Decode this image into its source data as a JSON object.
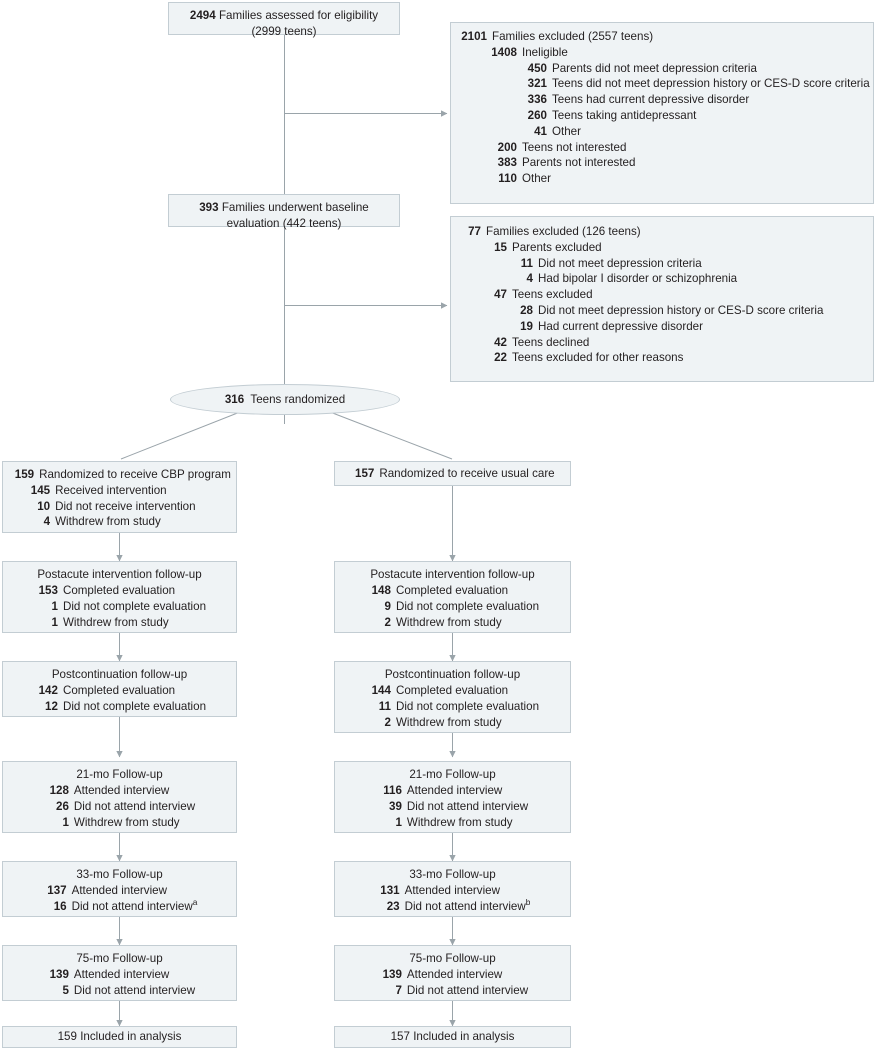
{
  "diagram": {
    "title": "CONSORT participant flow diagram",
    "colors": {
      "box_fill": "#eff3f5",
      "box_border": "#c3cdd3",
      "connector": "#9aa4aa",
      "text": "#231f20"
    }
  },
  "nodes": {
    "assessed": {
      "name": "assessed-for-eligibility",
      "lines": [
        {
          "n": "2494",
          "label": "Families assessed for eligibility"
        },
        {
          "n": "",
          "label": "(2999 teens)"
        }
      ]
    },
    "excluded_screening": {
      "name": "families-excluded-screening",
      "rows": [
        {
          "n": "2101",
          "label": "Families excluded (2557 teens)",
          "indent": 0
        },
        {
          "n": "1408",
          "label": "Ineligible",
          "indent": 1
        },
        {
          "n": "450",
          "label": "Parents did not meet depression criteria",
          "indent": 2
        },
        {
          "n": "321",
          "label": "Teens did not meet depression history or CES-D score criteria",
          "indent": 2
        },
        {
          "n": "336",
          "label": "Teens had current depressive disorder",
          "indent": 2
        },
        {
          "n": "260",
          "label": "Teens taking antidepressant",
          "indent": 2
        },
        {
          "n": "41",
          "label": "Other",
          "indent": 2
        },
        {
          "n": "200",
          "label": "Teens not interested",
          "indent": 1
        },
        {
          "n": "383",
          "label": "Parents not interested",
          "indent": 1
        },
        {
          "n": "110",
          "label": "Other",
          "indent": 1
        }
      ]
    },
    "baseline": {
      "name": "baseline-evaluation",
      "lines": [
        {
          "n": "393",
          "label": "Families underwent baseline"
        },
        {
          "n": "",
          "label": "evaluation (442 teens)"
        }
      ]
    },
    "excluded_baseline": {
      "name": "families-excluded-baseline",
      "rows": [
        {
          "n": "77",
          "label": "Families excluded (126 teens)",
          "indent": 0
        },
        {
          "n": "15",
          "label": "Parents excluded",
          "indent": 1
        },
        {
          "n": "11",
          "label": "Did not meet depression criteria",
          "indent": 2
        },
        {
          "n": "4",
          "label": "Had bipolar I disorder or schizophrenia",
          "indent": 2
        },
        {
          "n": "47",
          "label": "Teens excluded",
          "indent": 1
        },
        {
          "n": "28",
          "label": "Did not meet depression history or CES-D score criteria",
          "indent": 2
        },
        {
          "n": "19",
          "label": "Had current depressive disorder",
          "indent": 2
        },
        {
          "n": "42",
          "label": "Teens declined",
          "indent": 1
        },
        {
          "n": "22",
          "label": "Teens excluded for other reasons",
          "indent": 1
        }
      ]
    },
    "randomized": {
      "name": "teens-randomized",
      "n": "316",
      "label": "Teens randomized"
    }
  },
  "arms": {
    "left": {
      "name": "cbp-program-arm",
      "allocation": {
        "name": "allocation-cbp",
        "rows": [
          {
            "n": "159",
            "label": "Randomized to receive CBP program",
            "indent": 0
          },
          {
            "n": "145",
            "label": "Received intervention",
            "indent": 1
          },
          {
            "n": "10",
            "label": "Did not receive intervention",
            "indent": 1
          },
          {
            "n": "4",
            "label": "Withdrew from study",
            "indent": 1
          }
        ]
      },
      "stages": [
        {
          "name": "postacute-followup-cbp",
          "header": "Postacute intervention follow-up",
          "rows": [
            {
              "n": "153",
              "label": "Completed evaluation"
            },
            {
              "n": "1",
              "label": "Did not complete evaluation"
            },
            {
              "n": "1",
              "label": "Withdrew from study"
            }
          ]
        },
        {
          "name": "postcontinuation-followup-cbp",
          "header": "Postcontinuation follow-up",
          "rows": [
            {
              "n": "142",
              "label": "Completed evaluation"
            },
            {
              "n": "12",
              "label": "Did not complete evaluation"
            }
          ]
        },
        {
          "name": "followup-21mo-cbp",
          "header": "21-mo Follow-up",
          "rows": [
            {
              "n": "128",
              "label": "Attended interview"
            },
            {
              "n": "26",
              "label": "Did not attend interview"
            },
            {
              "n": "1",
              "label": "Withdrew from study"
            }
          ]
        },
        {
          "name": "followup-33mo-cbp",
          "header": "33-mo Follow-up",
          "rows": [
            {
              "n": "137",
              "label": "Attended interview"
            },
            {
              "n": "16",
              "label": "Did not attend interview",
              "sup": "a"
            }
          ]
        },
        {
          "name": "followup-75mo-cbp",
          "header": "75-mo Follow-up",
          "rows": [
            {
              "n": "139",
              "label": "Attended interview"
            },
            {
              "n": "5",
              "label": "Did not attend interview"
            }
          ]
        }
      ],
      "analysis": {
        "name": "included-in-analysis-cbp",
        "n": "159",
        "label": "Included in analysis"
      }
    },
    "right": {
      "name": "usual-care-arm",
      "allocation": {
        "name": "allocation-usual-care",
        "rows": [
          {
            "n": "157",
            "label": "Randomized to receive usual care",
            "indent": 0
          }
        ]
      },
      "stages": [
        {
          "name": "postacute-followup-usual-care",
          "header": "Postacute intervention follow-up",
          "rows": [
            {
              "n": "148",
              "label": "Completed evaluation"
            },
            {
              "n": "9",
              "label": "Did not complete evaluation"
            },
            {
              "n": "2",
              "label": "Withdrew from study"
            }
          ]
        },
        {
          "name": "postcontinuation-followup-usual-care",
          "header": "Postcontinuation follow-up",
          "rows": [
            {
              "n": "144",
              "label": "Completed evaluation"
            },
            {
              "n": "11",
              "label": "Did not complete evaluation"
            },
            {
              "n": "2",
              "label": "Withdrew from study"
            }
          ]
        },
        {
          "name": "followup-21mo-usual-care",
          "header": "21-mo Follow-up",
          "rows": [
            {
              "n": "116",
              "label": "Attended interview"
            },
            {
              "n": "39",
              "label": "Did not attend interview"
            },
            {
              "n": "1",
              "label": "Withdrew from study"
            }
          ]
        },
        {
          "name": "followup-33mo-usual-care",
          "header": "33-mo Follow-up",
          "rows": [
            {
              "n": "131",
              "label": "Attended interview"
            },
            {
              "n": "23",
              "label": "Did not attend interview",
              "sup": "b"
            }
          ]
        },
        {
          "name": "followup-75mo-usual-care",
          "header": "75-mo Follow-up",
          "rows": [
            {
              "n": "139",
              "label": "Attended interview"
            },
            {
              "n": "7",
              "label": "Did not attend interview"
            }
          ]
        }
      ],
      "analysis": {
        "name": "included-in-analysis-usual-care",
        "n": "157",
        "label": "Included in analysis"
      }
    }
  }
}
